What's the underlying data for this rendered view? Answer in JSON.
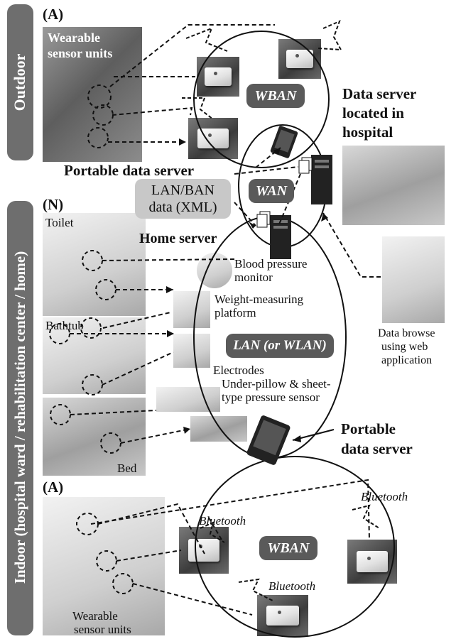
{
  "side_labels": {
    "outdoor": "Outdoor",
    "indoor": "Indoor (hospital ward / rehabilitation  center / home)"
  },
  "section_tags": {
    "a_top": "(A)",
    "n": "(N)",
    "a_bottom": "(A)"
  },
  "photo_captions": {
    "wearable_top": "Wearable sensor units",
    "toilet": "Toilet",
    "bathtub": "Bathtub",
    "bed": "Bed",
    "wearable_bottom_line1": "Wearable",
    "wearable_bottom_line2": "sensor units"
  },
  "network_labels": {
    "wban_top": "WBAN",
    "wan": "WAN",
    "lan": "LAN (or WLAN)",
    "wban_bottom": "WBAN"
  },
  "component_labels": {
    "portable_server_top": "Portable data server",
    "lan_ban_data_line1": "LAN/BAN",
    "lan_ban_data_line2": "data (XML)",
    "home_server": "Home server",
    "data_server_line1": "Data server",
    "data_server_line2": "located in",
    "data_server_line3": "hospital",
    "blood_pressure_line1": "Blood pressure",
    "blood_pressure_line2": "monitor",
    "weight_line1": "Weight-measuring",
    "weight_line2": "platform",
    "electrodes": "Electrodes",
    "pressure_line1": "Under-pillow & sheet-",
    "pressure_line2": "type pressure sensor",
    "data_browse_line1": "Data browse",
    "data_browse_line2": "using web",
    "data_browse_line3": "application",
    "portable_server_bottom_line1": "Portable",
    "portable_server_bottom_line2": "data server"
  },
  "bluetooth_labels": [
    "Bluetooth",
    "Bluetooth",
    "Bluetooth"
  ],
  "colors": {
    "sidebar": "#6e6e6e",
    "pill": "#5a5a5a",
    "graybox": "#c8c8c8"
  }
}
